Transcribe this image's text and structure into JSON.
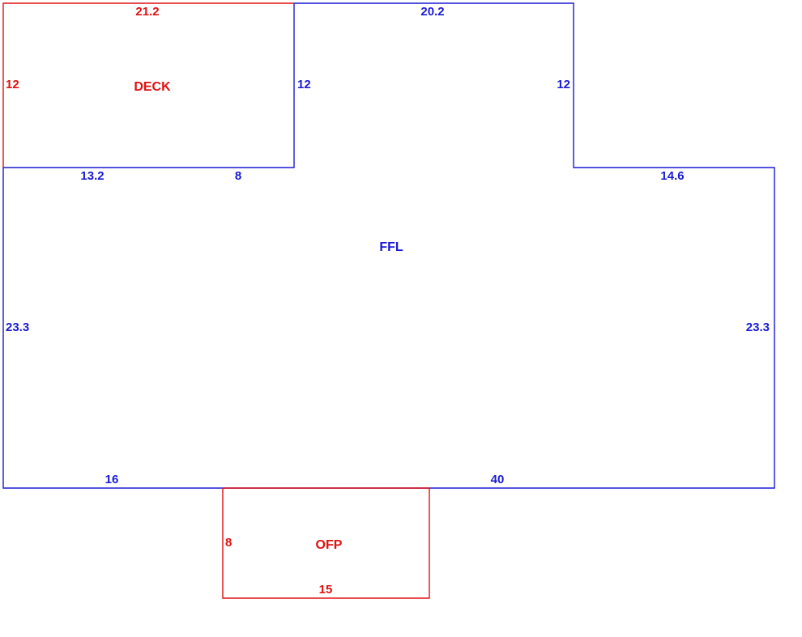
{
  "colors": {
    "main": "#1a1ad6",
    "addition": "#e01010",
    "background": "#ffffff"
  },
  "areas": {
    "main": {
      "label": "FFL",
      "dims": {
        "top_bump": "20.2",
        "bump_left": "12",
        "bump_right": "12",
        "left_top": "13.2",
        "left_top_inner": "8",
        "right_top": "14.6",
        "left": "23.3",
        "right": "23.3",
        "bottom_left": "16",
        "bottom_right": "40"
      }
    },
    "deck": {
      "label": "DECK",
      "dims": {
        "top": "21.2",
        "left": "12"
      }
    },
    "ofp": {
      "label": "OFP",
      "dims": {
        "left": "8",
        "bottom": "15"
      }
    }
  }
}
